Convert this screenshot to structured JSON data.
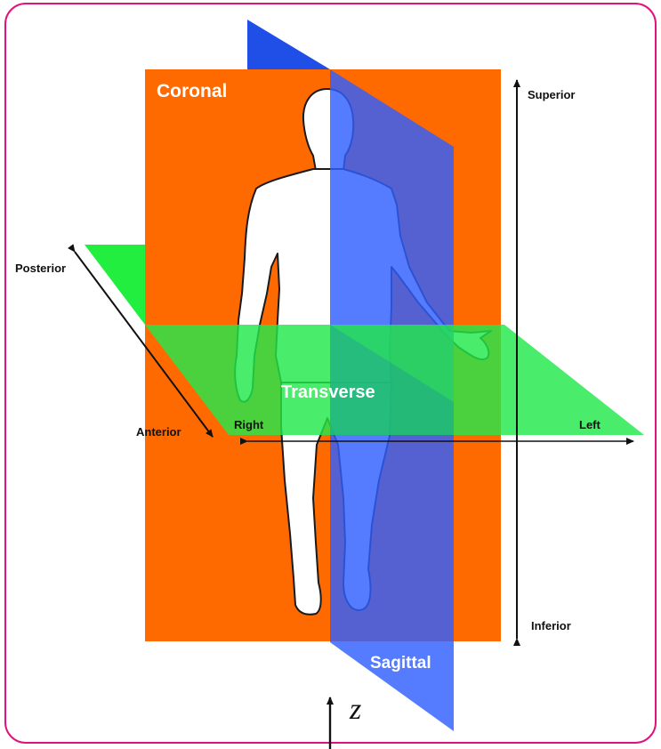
{
  "planes": {
    "coronal": {
      "label": "Coronal",
      "color": "#ff6a00"
    },
    "sagittal": {
      "label": "Sagittal",
      "color": "#2f5fff"
    },
    "transverse": {
      "label": "Transverse",
      "color": "#22e84a"
    }
  },
  "directions": {
    "superior": "Superior",
    "inferior": "Inferior",
    "posterior": "Posterior",
    "anterior": "Anterior",
    "right": "Right",
    "left": "Left"
  },
  "axis": {
    "label": "z"
  },
  "frame_color": "#e0137d",
  "icons": {
    "figure": "human-figure-outline"
  }
}
